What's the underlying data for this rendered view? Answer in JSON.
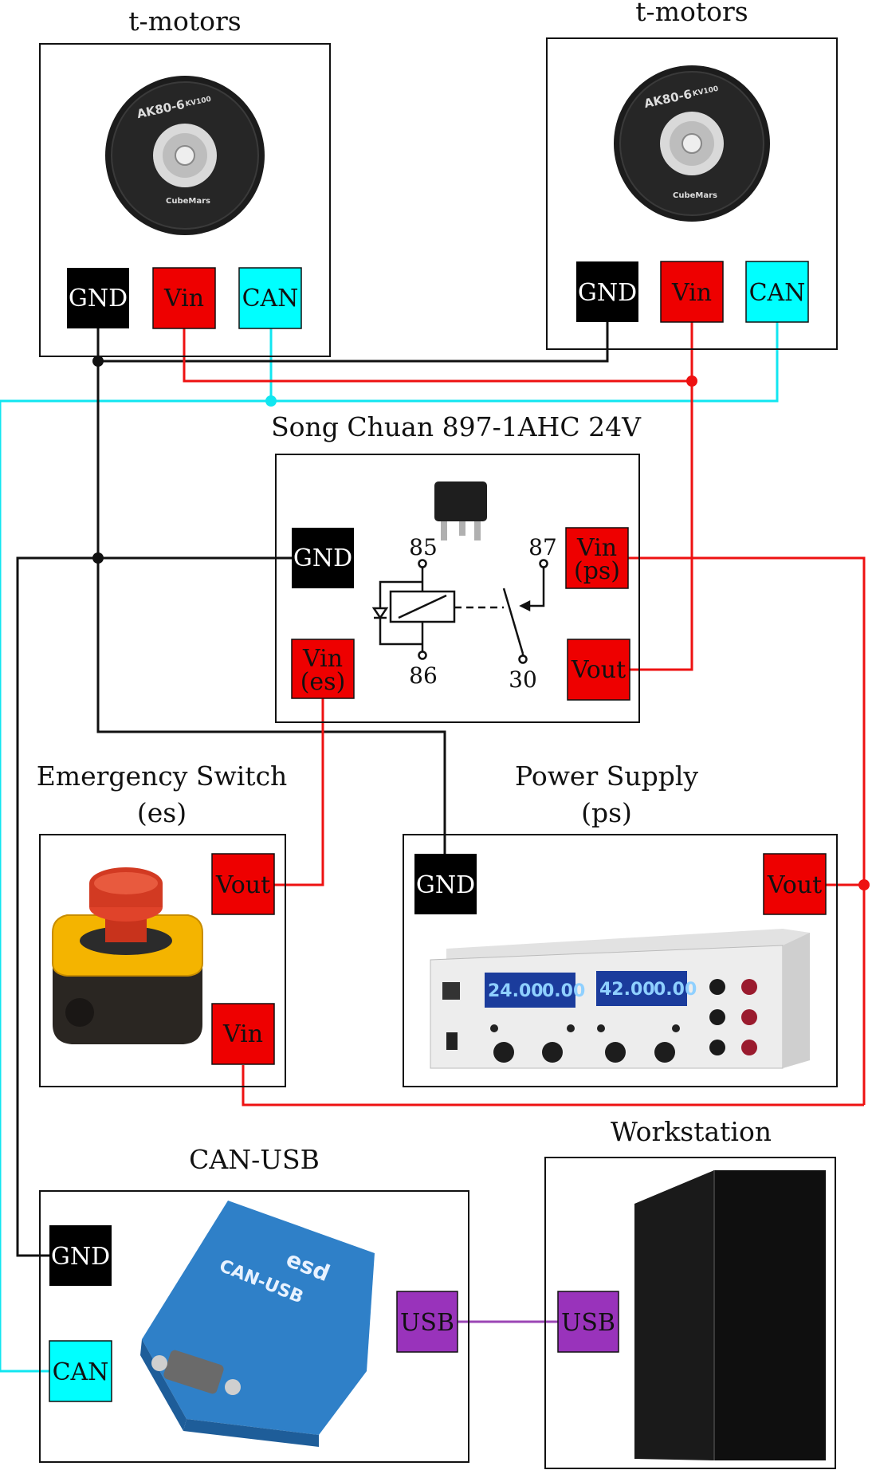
{
  "colors": {
    "gnd": "#000000",
    "vin": "#ee0000",
    "can": "#00ffff",
    "usb": "#9933bb",
    "wire_red": "#ee1111",
    "wire_cyan": "#11e6f0",
    "wire_black": "#111111",
    "wire_purple": "#9b46b4"
  },
  "labels": {
    "gnd": "GND",
    "vin": "Vin",
    "can": "CAN",
    "vout": "Vout",
    "usb": "USB"
  },
  "motor1": {
    "title": "t-motors",
    "model": "AK80-6",
    "brand": "CubeMars",
    "kv": "KV100"
  },
  "motor2": {
    "title": "t-motors",
    "model": "AK80-6",
    "brand": "CubeMars",
    "kv": "KV100"
  },
  "relay": {
    "title": "Song Chuan 897-1AHC 24V",
    "vin_ps_line1": "Vin",
    "vin_ps_line2": "(ps)",
    "vin_es_line1": "Vin",
    "vin_es_line2": "(es)",
    "pin85": "85",
    "pin86": "86",
    "pin87": "87",
    "pin30": "30"
  },
  "emergency": {
    "title_line1": "Emergency Switch",
    "title_line2": "(es)"
  },
  "power_supply": {
    "title_line1": "Power Supply",
    "title_line2": "(ps)",
    "display1": "24.00",
    "display2": "0.00",
    "display3": "42.00",
    "display4": "0.00"
  },
  "canusb": {
    "title": "CAN-USB",
    "device_label": "CAN-USB",
    "brand": "esd"
  },
  "workstation": {
    "title": "Workstation"
  }
}
